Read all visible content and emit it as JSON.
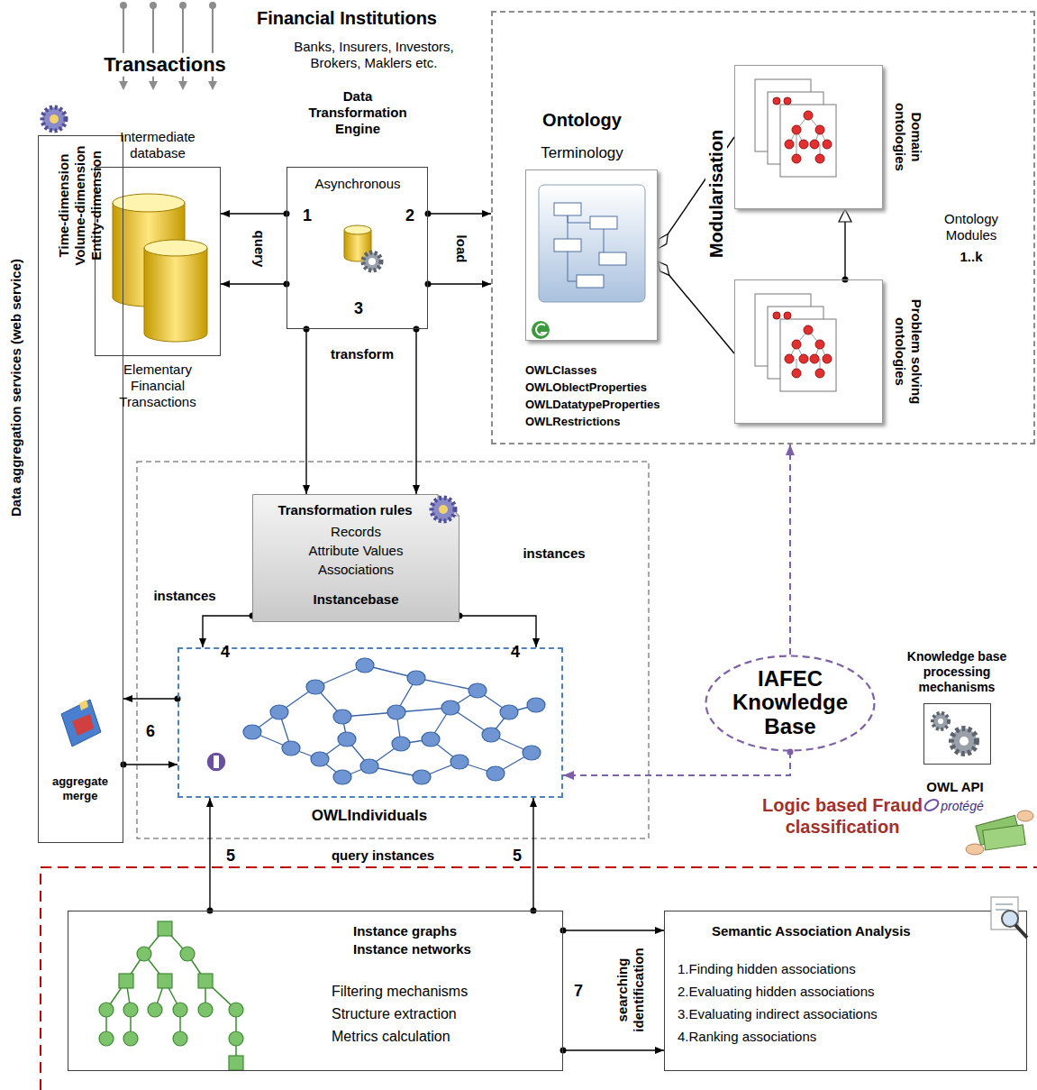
{
  "diagram": {
    "nodes": [
      {
        "text": [
          "Intermediate database",
          "Elementary Financial Transactions"
        ]
      },
      {
        "text": [
          "Data Transformation Engine",
          "Asynchronous"
        ]
      },
      {
        "text": [
          "Modularisation",
          "Ontology Modules",
          "1..k"
        ]
      },
      {
        "text": [
          "Ontology",
          "Terminology",
          "OWLClasses",
          "OWLOblectProperties",
          "OWLDatatypeProperties",
          "OWLRestrictions"
        ],
        "in": 2
      },
      {
        "text": [
          "Domain ontologies"
        ],
        "in": 2
      },
      {
        "text": [
          "Problem solving ontologies"
        ],
        "in": 2
      },
      {
        "text": [
          "Transformation rules",
          "Records",
          "Attribute Values",
          "Associations",
          "Instancebase"
        ]
      },
      {
        "text": [
          "OWLIndividuals"
        ]
      },
      {
        "text": [
          "Data aggregation services (web service)",
          "Time-dimension",
          "Volume-dimension",
          "Entity-dimension",
          "aggregate merge"
        ]
      },
      {
        "text": [
          "IAFEC Knowledge Base"
        ]
      },
      {
        "text": [
          "Knowledge base processing mechanisms",
          "OWL API",
          "protégé"
        ]
      },
      {
        "text": [
          "Instance graphs",
          "Instance networks",
          "Filtering mechanisms",
          "Structure extraction",
          "Metrics calculation"
        ]
      },
      {
        "text": [
          "Semantic Association Analysis",
          "1.Finding hidden associations",
          "2.Evaluating hidden associations",
          "3.Evaluating indirect associations",
          "4.Ranking associations"
        ]
      }
    ],
    "edges": [
      {
        "from": 1,
        "to": 0,
        "arrow": "to",
        "label": "query"
      },
      {
        "from": 1,
        "to": 0,
        "arrow": "to"
      },
      {
        "from": 1,
        "to": 2,
        "arrow": "to",
        "label": "load"
      },
      {
        "from": 1,
        "to": 2,
        "arrow": "to"
      },
      {
        "from": 1,
        "to": 6,
        "arrow": "to",
        "label": "transform"
      },
      {
        "from": 1,
        "to": 6,
        "arrow": "to"
      },
      {
        "from": 4,
        "to": 3,
        "arrow": "to"
      },
      {
        "from": 5,
        "to": 3,
        "arrow": "to"
      },
      {
        "from": 5,
        "to": 4,
        "arrow": "to"
      },
      {
        "from": 6,
        "to": 7,
        "arrow": "to",
        "label": "instances"
      },
      {
        "from": 6,
        "to": 7,
        "arrow": "to",
        "label": "instances"
      },
      {
        "from": 7,
        "to": 8,
        "arrow": "to"
      },
      {
        "from": 8,
        "to": 7,
        "arrow": "to"
      },
      {
        "from": 9,
        "to": 2,
        "arrow": "to"
      },
      {
        "from": 9,
        "to": 7,
        "arrow": "to"
      },
      {
        "from": 11,
        "to": 7,
        "arrow": "to",
        "label": "query instances"
      },
      {
        "from": 11,
        "to": 7,
        "arrow": "to"
      },
      {
        "from": 11,
        "to": 12,
        "arrow": "to",
        "label": "searching identification"
      },
      {
        "from": 11,
        "to": 12,
        "arrow": "to"
      }
    ],
    "labels": [
      "Financial Institutions",
      "Banks, Insurers, Investors, Brokers, Maklers etc.",
      "Transactions",
      "1",
      "2",
      "3",
      "4",
      "4",
      "6",
      "5",
      "5",
      "7",
      "Logic based Fraud classification"
    ]
  }
}
